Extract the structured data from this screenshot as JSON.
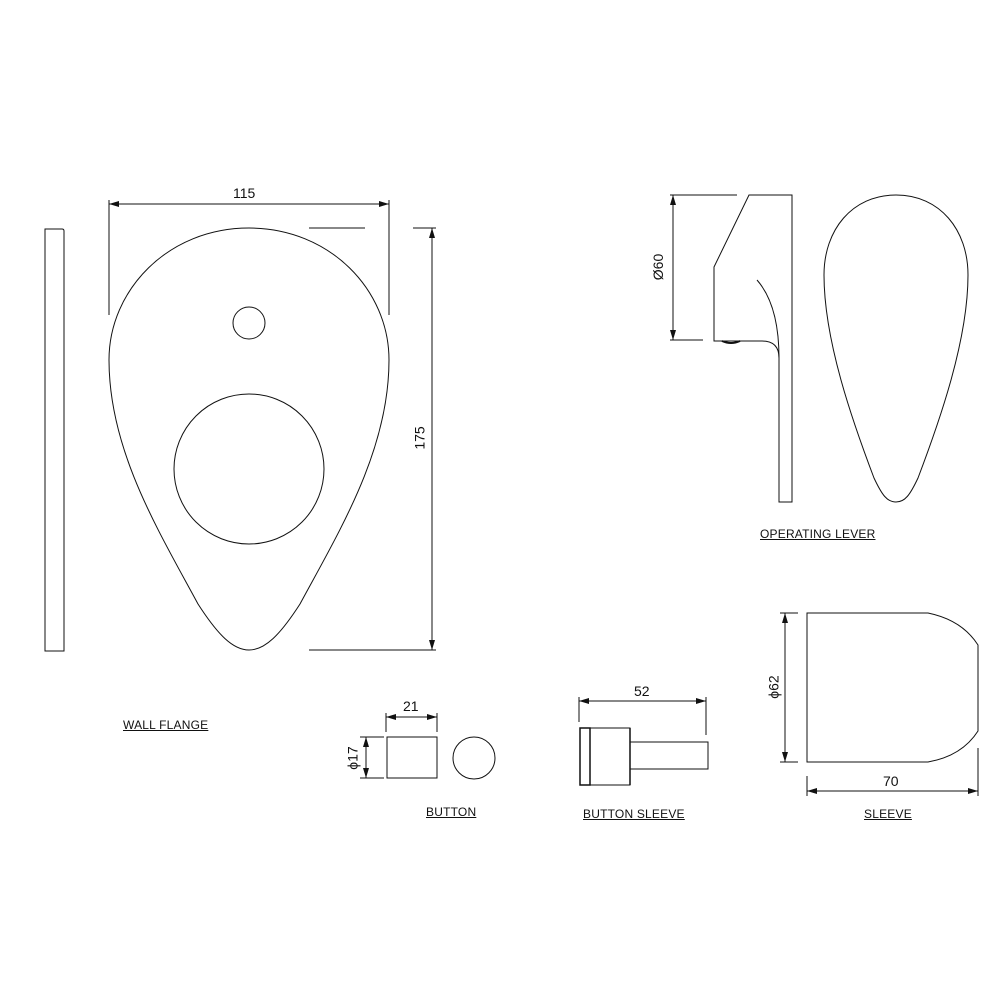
{
  "drawing": {
    "components": {
      "wall_flange": {
        "label": "WALL FLANGE",
        "width_dim": "115",
        "height_dim": "175"
      },
      "operating_lever": {
        "label": "OPERATING LEVER",
        "diameter_dim": "Ø60"
      },
      "button": {
        "label": "BUTTON",
        "length_dim": "21",
        "diameter_dim": "ϕ17"
      },
      "button_sleeve": {
        "label": "BUTTON SLEEVE",
        "length_dim": "52"
      },
      "sleeve": {
        "label": "SLEEVE",
        "diameter_dim": "ϕ62",
        "length_dim": "70"
      }
    },
    "colors": {
      "line": "#111111",
      "background": "#ffffff"
    }
  }
}
